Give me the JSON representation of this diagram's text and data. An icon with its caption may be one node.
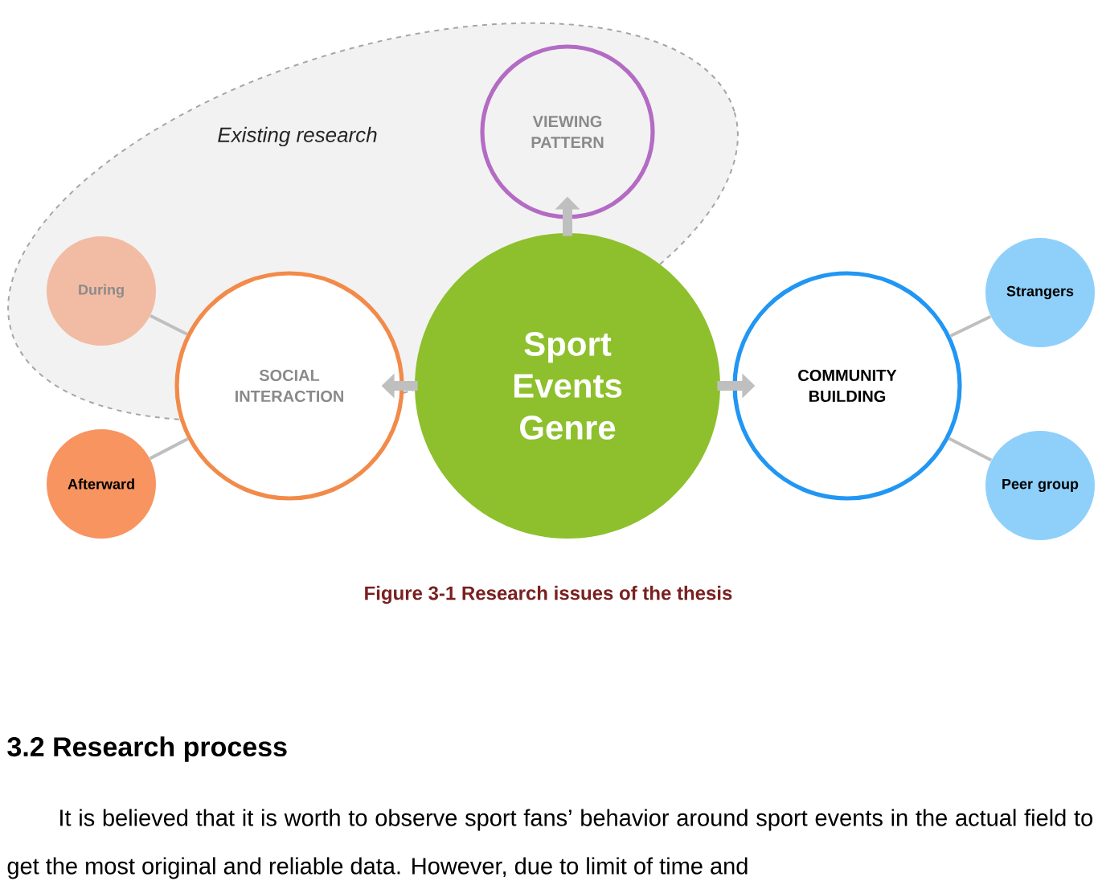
{
  "diagram": {
    "caption": "Figure 3-1 Research issues of the thesis",
    "nodes": [
      {
        "text": [
          "Existing research"
        ]
      },
      {
        "text": [
          "VIEWING PATTERN"
        ],
        "in": 0
      },
      {
        "text": [
          "During"
        ],
        "in": 0
      },
      {
        "text": [
          "SOCIAL INTERACTION"
        ]
      },
      {
        "text": [
          "Sport Events Genre"
        ]
      },
      {
        "text": [
          "COMMUNITY BUILDING"
        ]
      },
      {
        "text": [
          "Strangers"
        ]
      },
      {
        "text": [
          "Afterward"
        ]
      },
      {
        "text": [
          "Peer group"
        ]
      }
    ],
    "edges": [
      {
        "from": 4,
        "to": 1,
        "arrow": "to",
        "style": "thick"
      },
      {
        "from": 4,
        "to": 3,
        "arrow": "to",
        "style": "thick"
      },
      {
        "from": 4,
        "to": 5,
        "arrow": "to",
        "style": "thick"
      },
      {
        "from": 3,
        "to": 2,
        "arrow": "none"
      },
      {
        "from": 3,
        "to": 7,
        "arrow": "none"
      },
      {
        "from": 5,
        "to": 6,
        "arrow": "none"
      },
      {
        "from": 5,
        "to": 8,
        "arrow": "none"
      }
    ],
    "labels": [
      "3.2 Research process",
      "It is believed that it is worth to observe sport fans’ behavior around sport events in the actual field to get the most original and reliable data. However, due to limit of time and"
    ]
  }
}
